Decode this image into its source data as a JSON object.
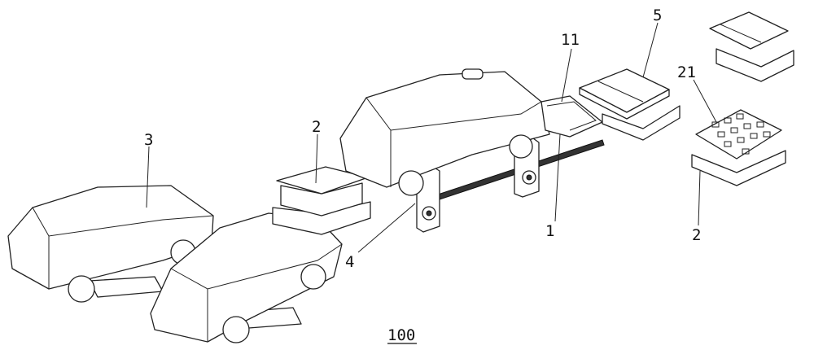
{
  "figure": {
    "reference_numeral": "100",
    "labels": {
      "vehicle_3": "3",
      "platform_2_left": "2",
      "column_4": "4",
      "device_1": "1",
      "part_11": "11",
      "battery_5": "5",
      "part_21": "21",
      "platform_2_right": "2"
    }
  }
}
